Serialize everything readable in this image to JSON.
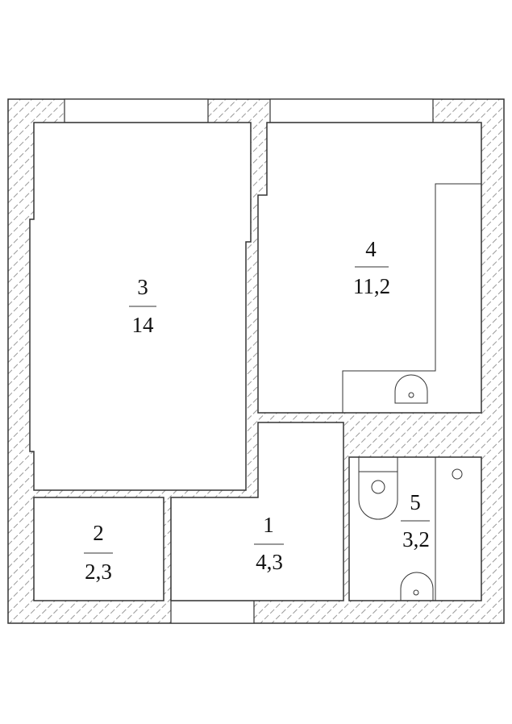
{
  "rooms": [
    {
      "number": "1",
      "area": "4,3"
    },
    {
      "number": "2",
      "area": "2,3"
    },
    {
      "number": "3",
      "area": "14"
    },
    {
      "number": "4",
      "area": "11,2"
    },
    {
      "number": "5",
      "area": "3,2"
    }
  ]
}
